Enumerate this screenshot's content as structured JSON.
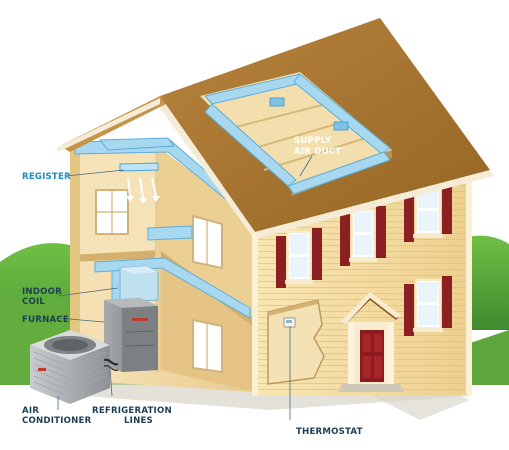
{
  "labels": {
    "register": "REGISTER",
    "supply_air_duct_line1": "SUPPLY",
    "supply_air_duct_line2": "AIR DUCT",
    "indoor_coil_line1": "INDOOR",
    "indoor_coil_line2": "COIL",
    "furnace": "FURNACE",
    "air_conditioner_line1": "AIR",
    "air_conditioner_line2": "CONDITIONER",
    "refrigeration_lines_line1": "REFRIGERATION",
    "refrigeration_lines_line2": "LINES",
    "thermostat": "THERMOSTAT"
  },
  "colors": {
    "siding": "#f6dfa4",
    "siding_shade": "#e7c47a",
    "roof": "#a87836",
    "interior_wall": "#f3dca8",
    "interior_dark": "#d8b77a",
    "duct": "#9fd3ec",
    "duct_edge": "#4aa6d6",
    "shutter": "#8c1f22",
    "window_glass": "#e9f4fb",
    "door": "#8e1b1f",
    "grass": "#4f9a3a",
    "furnace": "#8e9092",
    "leader_line": "#4a6a7a"
  }
}
